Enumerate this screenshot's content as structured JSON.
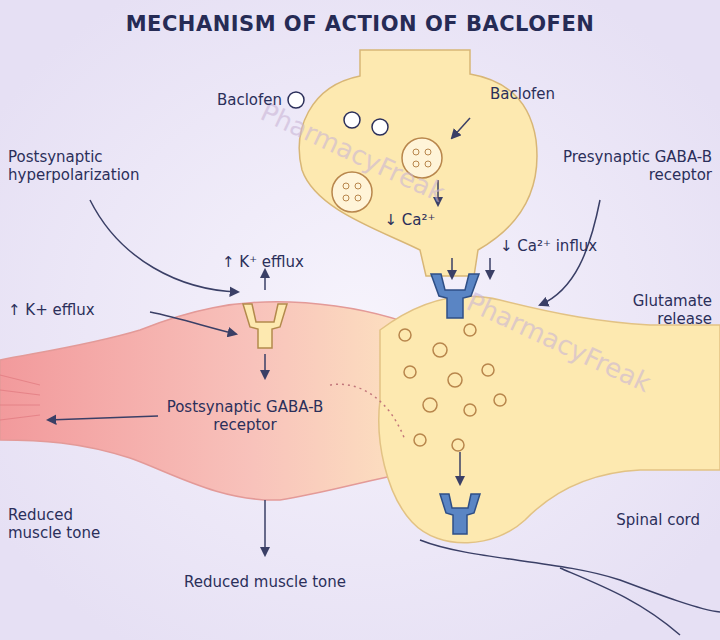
{
  "diagram": {
    "title": "MECHANISM OF ACTION OF BACLOFEN",
    "labels": [
      "Baclofen",
      "Baclofen",
      "↓ Ca²⁺",
      "Presynaptic GABA-B receptor",
      "↓ Ca²⁺ influx",
      "Glutamate release",
      "Postsynaptic hyperpolarization",
      "↑ K⁺ efflux",
      "↑ K+ efflux",
      "Postsynaptic GABA-B receptor",
      "Reduced muscle tone",
      "Reduced muscle tone",
      "Spinal cord",
      "PharmacyFreak",
      "PharmacyFreak"
    ]
  }
}
